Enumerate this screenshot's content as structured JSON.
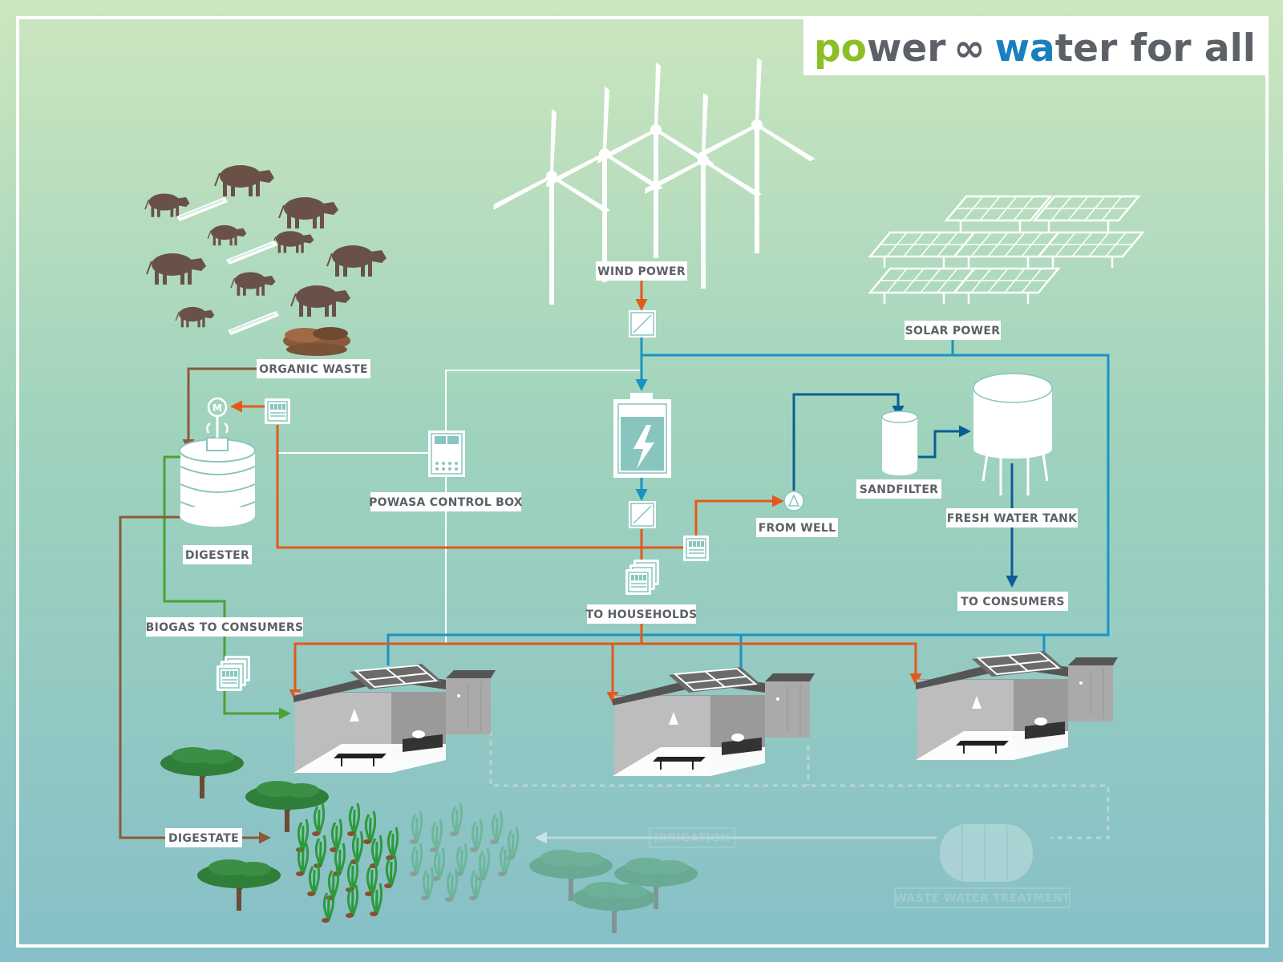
{
  "title": {
    "part1": "po",
    "part2": "wer",
    "part3": "wa",
    "part4": "ter for all",
    "infinity": "∞"
  },
  "labels": {
    "wind_power": "WIND POWER",
    "solar_power": "SOLAR POWER",
    "organic_waste": "ORGANIC WASTE",
    "digester": "DIGESTER",
    "powasa_control_box": "POWASA CONTROL BOX",
    "from_well": "FROM WELL",
    "sandfilter": "SANDFILTER",
    "fresh_water_tank": "FRESH WATER TANK",
    "to_consumers": "TO CONSUMERS",
    "to_households": "TO HOUSEHOLDS",
    "biogas_to_consumers": "BIOGAS TO CONSUMERS",
    "digestate": "DIGESTATE",
    "irrigation": "IRRIGATION",
    "waste_water_treatment": "WASTE WATER TREATMENT"
  },
  "colors": {
    "electricity": "#e05a1c",
    "solar_line": "#1a93c4",
    "water_line": "#0b5e94",
    "biogas_line": "#4aa233",
    "digestate_line": "#8a5a3a",
    "control_line": "#ffffff",
    "title_green": "#8cbf26",
    "title_blue": "#1a7fbf",
    "title_gray": "#5c6168"
  },
  "icons": {
    "wind": "wind-turbine-icon",
    "solar": "solar-panel-icon",
    "cattle": "cow-icon",
    "battery": "battery-icon",
    "inverter": "inverter-icon",
    "meter": "meter-icon",
    "pump": "pump-icon",
    "tree": "acacia-tree-icon",
    "house": "house-icon"
  }
}
